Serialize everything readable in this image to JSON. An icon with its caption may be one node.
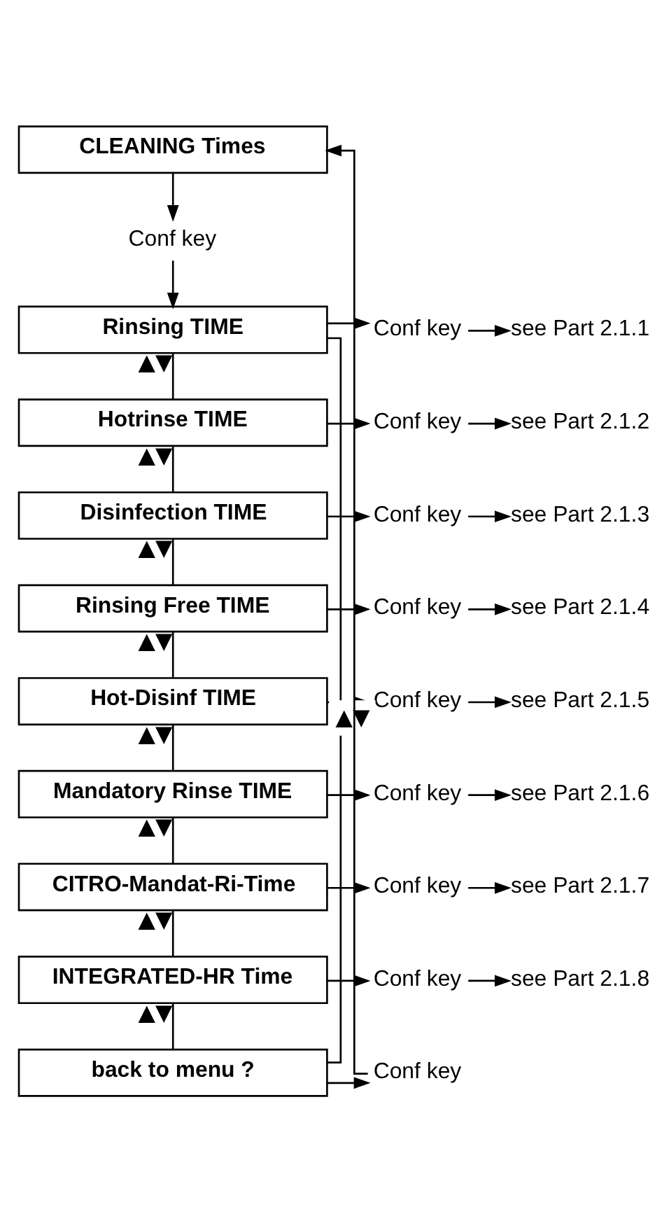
{
  "diagram": {
    "nodes": [
      {
        "text": [
          "CLEANING Times"
        ]
      },
      {
        "text": [
          "Conf key"
        ]
      },
      {
        "text": [
          "Rinsing TIME"
        ]
      },
      {
        "text": [
          "Conf key"
        ]
      },
      {
        "text": [
          "see Part 2.1.1"
        ]
      },
      {
        "text": [
          "Hotrinse TIME"
        ]
      },
      {
        "text": [
          "Conf key"
        ]
      },
      {
        "text": [
          "see Part 2.1.2"
        ]
      },
      {
        "text": [
          "Disinfection TIME"
        ]
      },
      {
        "text": [
          "Conf key"
        ]
      },
      {
        "text": [
          "see Part 2.1.3"
        ]
      },
      {
        "text": [
          "Rinsing Free TIME"
        ]
      },
      {
        "text": [
          "Conf key"
        ]
      },
      {
        "text": [
          "see Part 2.1.4"
        ]
      },
      {
        "text": [
          "Hot-Disinf TIME"
        ]
      },
      {
        "text": [
          "Conf key"
        ]
      },
      {
        "text": [
          "see Part 2.1.5"
        ]
      },
      {
        "text": [
          "Mandatory Rinse TIME"
        ]
      },
      {
        "text": [
          "Conf key"
        ]
      },
      {
        "text": [
          "see Part 2.1.6"
        ]
      },
      {
        "text": [
          "CITRO-Mandat-Ri-Time"
        ]
      },
      {
        "text": [
          "Conf key"
        ]
      },
      {
        "text": [
          "see Part 2.1.7"
        ]
      },
      {
        "text": [
          "INTEGRATED-HR Time"
        ]
      },
      {
        "text": [
          "Conf key"
        ]
      },
      {
        "text": [
          "see Part 2.1.8"
        ]
      },
      {
        "text": [
          "back to menu ?"
        ]
      },
      {
        "text": [
          "Conf key"
        ]
      }
    ],
    "edges": [
      {
        "from": 0,
        "to": 1,
        "arrow": "to"
      },
      {
        "from": 1,
        "to": 2,
        "arrow": "to"
      },
      {
        "from": 2,
        "to": 3,
        "arrow": "to"
      },
      {
        "from": 3,
        "to": 4,
        "arrow": "to"
      },
      {
        "from": 2,
        "to": 5,
        "arrow": "none",
        "label": "▲▼"
      },
      {
        "from": 5,
        "to": 6,
        "arrow": "to"
      },
      {
        "from": 6,
        "to": 7,
        "arrow": "to"
      },
      {
        "from": 5,
        "to": 8,
        "arrow": "none",
        "label": "▲▼"
      },
      {
        "from": 8,
        "to": 9,
        "arrow": "to"
      },
      {
        "from": 9,
        "to": 10,
        "arrow": "to"
      },
      {
        "from": 8,
        "to": 11,
        "arrow": "none",
        "label": "▲▼"
      },
      {
        "from": 11,
        "to": 12,
        "arrow": "to"
      },
      {
        "from": 12,
        "to": 13,
        "arrow": "to"
      },
      {
        "from": 11,
        "to": 14,
        "arrow": "none",
        "label": "▲▼"
      },
      {
        "from": 14,
        "to": 15,
        "arrow": "to"
      },
      {
        "from": 15,
        "to": 16,
        "arrow": "to"
      },
      {
        "from": 14,
        "to": 17,
        "arrow": "none",
        "label": "▲▼"
      },
      {
        "from": 17,
        "to": 18,
        "arrow": "to"
      },
      {
        "from": 18,
        "to": 19,
        "arrow": "to"
      },
      {
        "from": 17,
        "to": 20,
        "arrow": "none",
        "label": "▲▼"
      },
      {
        "from": 20,
        "to": 21,
        "arrow": "to"
      },
      {
        "from": 21,
        "to": 22,
        "arrow": "to"
      },
      {
        "from": 20,
        "to": 23,
        "arrow": "none",
        "label": "▲▼"
      },
      {
        "from": 23,
        "to": 24,
        "arrow": "to"
      },
      {
        "from": 24,
        "to": 25,
        "arrow": "to"
      },
      {
        "from": 23,
        "to": 26,
        "arrow": "none",
        "label": "▲▼"
      },
      {
        "from": 26,
        "to": 27,
        "arrow": "to"
      },
      {
        "from": 26,
        "to": 2,
        "arrow": "none",
        "label": "▲▼"
      },
      {
        "from": 27,
        "to": 0,
        "arrow": "to"
      }
    ]
  }
}
